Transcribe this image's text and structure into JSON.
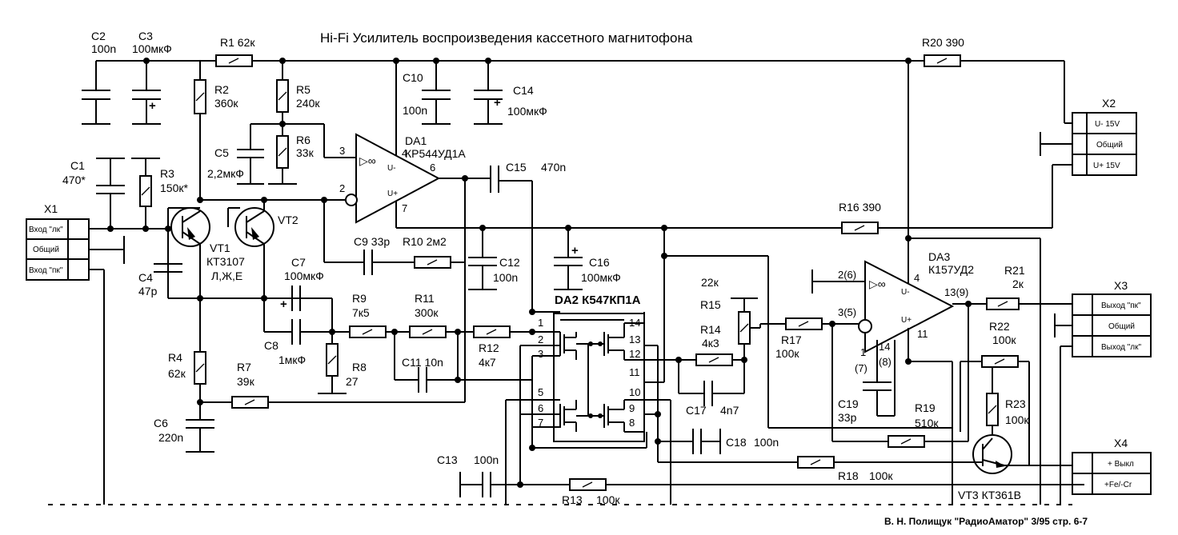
{
  "title": "Hi-Fi  Усилитель воспроизведения кассетного магнитофона",
  "credit": "В. Н. Полищук  \"РадиоАматор\" 3/95 стр. 6-7",
  "chip_label": "DA2  К547КП1А",
  "components": {
    "C1": {
      "ref": "C1",
      "value": "470*"
    },
    "C2": {
      "ref": "C2",
      "value": "100n"
    },
    "C3": {
      "ref": "C3",
      "value": "100мкФ"
    },
    "C4": {
      "ref": "C4",
      "value": "47p"
    },
    "C5": {
      "ref": "C5",
      "value": "2,2мкФ"
    },
    "C6": {
      "ref": "C6",
      "value": "220n"
    },
    "C7": {
      "ref": "C7",
      "value": "100мкФ"
    },
    "C8": {
      "ref": "C8",
      "value": "1мкФ"
    },
    "C9": {
      "ref": "C9 33p"
    },
    "C10": {
      "ref": "C10",
      "value": "100n"
    },
    "C11": {
      "ref": "C11 10n"
    },
    "C12": {
      "ref": "C12",
      "value": "100n"
    },
    "C13": {
      "ref": "C13",
      "value": "100n"
    },
    "C14": {
      "ref": "C14",
      "value": "100мкФ"
    },
    "C15": {
      "ref": "C15",
      "value": "470n"
    },
    "C16": {
      "ref": "C16",
      "value": "100мкФ"
    },
    "C17": {
      "ref": "C17",
      "value": "4n7"
    },
    "C18": {
      "ref": "C18",
      "value": "100n"
    },
    "C19": {
      "ref": "C19",
      "value": "33p"
    },
    "R1": {
      "ref": "R1 62к"
    },
    "R2": {
      "ref": "R2",
      "value": "360к"
    },
    "R3": {
      "ref": "R3",
      "value": "150к*"
    },
    "R4": {
      "ref": "R4",
      "value": "62к"
    },
    "R5": {
      "ref": "R5",
      "value": "240к"
    },
    "R6": {
      "ref": "R6",
      "value": "33к"
    },
    "R7": {
      "ref": "R7",
      "value": "39к"
    },
    "R8": {
      "ref": "R8",
      "value": "27"
    },
    "R9": {
      "ref": "R9",
      "value": "7к5"
    },
    "R10": {
      "ref": "R10 2м2"
    },
    "R11": {
      "ref": "R11",
      "value": "300к"
    },
    "R12": {
      "ref": "R12",
      "value": "4к7"
    },
    "R13": {
      "ref": "R13",
      "value": "100к"
    },
    "R14": {
      "ref": "R14",
      "value": "4к3"
    },
    "R15": {
      "ref": "R15",
      "value": "22к"
    },
    "R16": {
      "ref": "R16 390"
    },
    "R17": {
      "ref": "R17",
      "value": "100к"
    },
    "R18": {
      "ref": "R18",
      "value": "100к"
    },
    "R19": {
      "ref": "R19",
      "value": "510к"
    },
    "R20": {
      "ref": "R20 390"
    },
    "R21": {
      "ref": "R21",
      "value": "2к"
    },
    "R22": {
      "ref": "R22",
      "value": "100к"
    },
    "R23": {
      "ref": "R23",
      "value": "100к"
    },
    "VT1": {
      "ref": "VT1",
      "value": "КТ3107",
      "variant": "Л,Ж,Е"
    },
    "VT2": {
      "ref": "VT2"
    },
    "VT3": {
      "ref": "VT3 КТ361В"
    },
    "DA1": {
      "ref": "DA1",
      "value": "КР544УД1А"
    },
    "DA3": {
      "ref": "DA3",
      "value": "К157УД2"
    }
  },
  "opamp_symbol": "▷∞",
  "opamp_pins": {
    "da1_in_plus": "3",
    "da1_in_minus": "2",
    "da1_v_minus": "4",
    "da1_out": "6",
    "da1_v_plus": "7",
    "da1_u_minus": "U-",
    "da1_u_plus": "U+",
    "da3_in_minus": "2(6)",
    "da3_in_plus": "3(5)",
    "da3_v_minus": "4",
    "da3_out": "13(9)",
    "da3_v_plus": "11",
    "da3_u_minus": "U-",
    "da3_u_plus": "U+",
    "da3_p1": "1",
    "da3_p7": "(7)",
    "da3_p14": "14",
    "da3_p8": "(8)"
  },
  "switch_pins": [
    "1",
    "2",
    "3",
    "5",
    "6",
    "7",
    "14",
    "13",
    "12",
    "11",
    "10",
    "9",
    "8"
  ],
  "connectors": {
    "X1": {
      "ref": "X1",
      "pins": [
        "Вход \"лк\"",
        "Общий",
        "Вход \"пк\""
      ]
    },
    "X2": {
      "ref": "X2",
      "pins": [
        "U- 15V",
        "Общий",
        "U+ 15V"
      ]
    },
    "X3": {
      "ref": "X3",
      "pins": [
        "Выход \"пк\"",
        "Общий",
        "Выход \"лк\""
      ]
    },
    "X4": {
      "ref": "X4",
      "pins": [
        "+ Выкл",
        "+Fe/-Cr"
      ]
    }
  },
  "plus_sign": "+"
}
